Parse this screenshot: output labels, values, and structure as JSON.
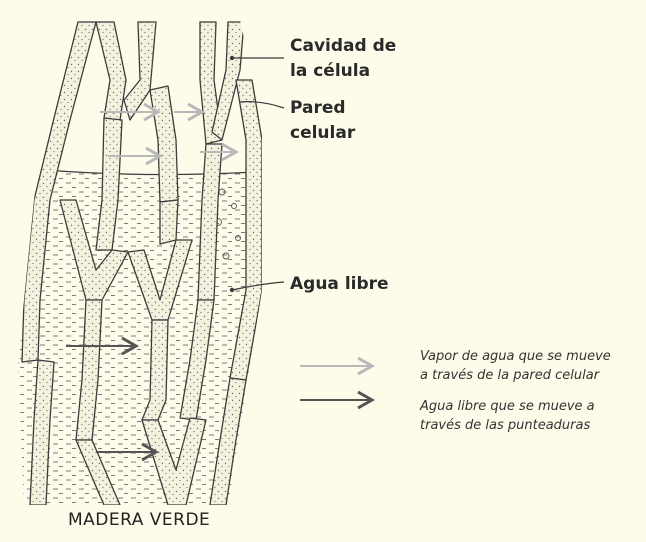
{
  "labels": {
    "cell_cavity": [
      "Cavidad de",
      "la célula"
    ],
    "cell_wall": [
      "Pared",
      "celular"
    ],
    "free_water": "Agua libre"
  },
  "legend": [
    {
      "line1": "Vapor de agua que se mueve",
      "line2": "a través de la pared celular",
      "color": "#b8b8b8"
    },
    {
      "line1": "Agua libre que se mueve a",
      "line2": "través de las punteaduras",
      "color": "#555555"
    }
  ],
  "caption": "MADERA VERDE",
  "colors": {
    "background": "#fdfbe9",
    "wall_fill": "#f4f1de",
    "outline": "#3a3a3a",
    "stipple": "#6a6a6a",
    "water_dash": "#7a7a7a",
    "vapor_arrow": "#b8b8b8",
    "water_arrow": "#555555"
  }
}
